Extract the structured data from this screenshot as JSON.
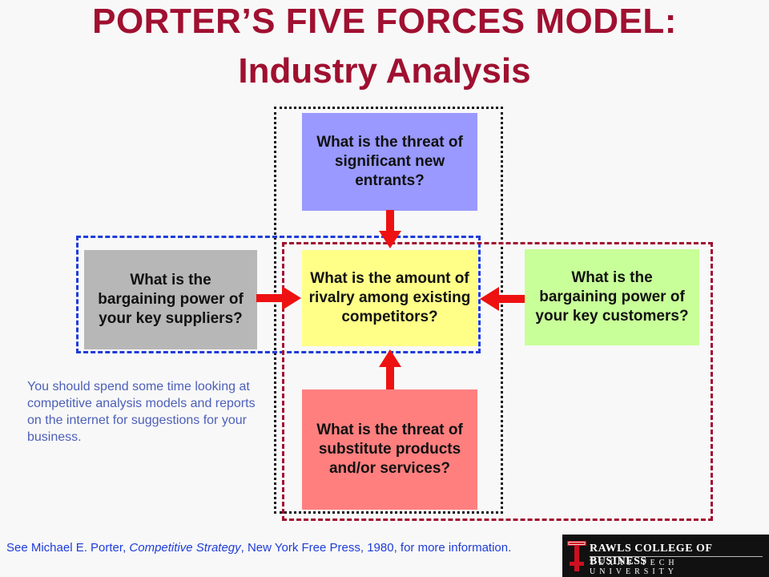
{
  "title": {
    "line1": "PORTER’S FIVE FORCES MODEL:",
    "line2": "Industry Analysis"
  },
  "forces": {
    "entrants": "What is the threat of significant new entrants?",
    "rivalry": "What is the amount of rivalry among existing competitors?",
    "suppliers": "What is the bargaining power of your key suppliers?",
    "customers": "What is the bargaining power of your key customers?",
    "substitutes": "What is the threat of substitute products and/or services?"
  },
  "note": "You should spend some time looking at competitive analysis models and reports on the internet for suggestions for your business.",
  "footnote": {
    "prefix": "See Michael E. Porter, ",
    "book": "Competitive Strategy",
    "suffix": ", New York Free Press, 1980, for more information."
  },
  "logo": {
    "line1": "RAWLS COLLEGE OF BUSINESS",
    "line2": "TEXAS TECH UNIVERSITY",
    "icon": "double-t-logo-icon"
  },
  "colors": {
    "title": "#a01030",
    "arrow": "#ee1111",
    "entrants": "#9999ff",
    "rivalry": "#ffff88",
    "suppliers": "#b7b7b7",
    "customers": "#c8ff99",
    "substitutes": "#ff7f7f",
    "supplier_frame": "#1e3cd8",
    "buyer_frame": "#a01030"
  }
}
